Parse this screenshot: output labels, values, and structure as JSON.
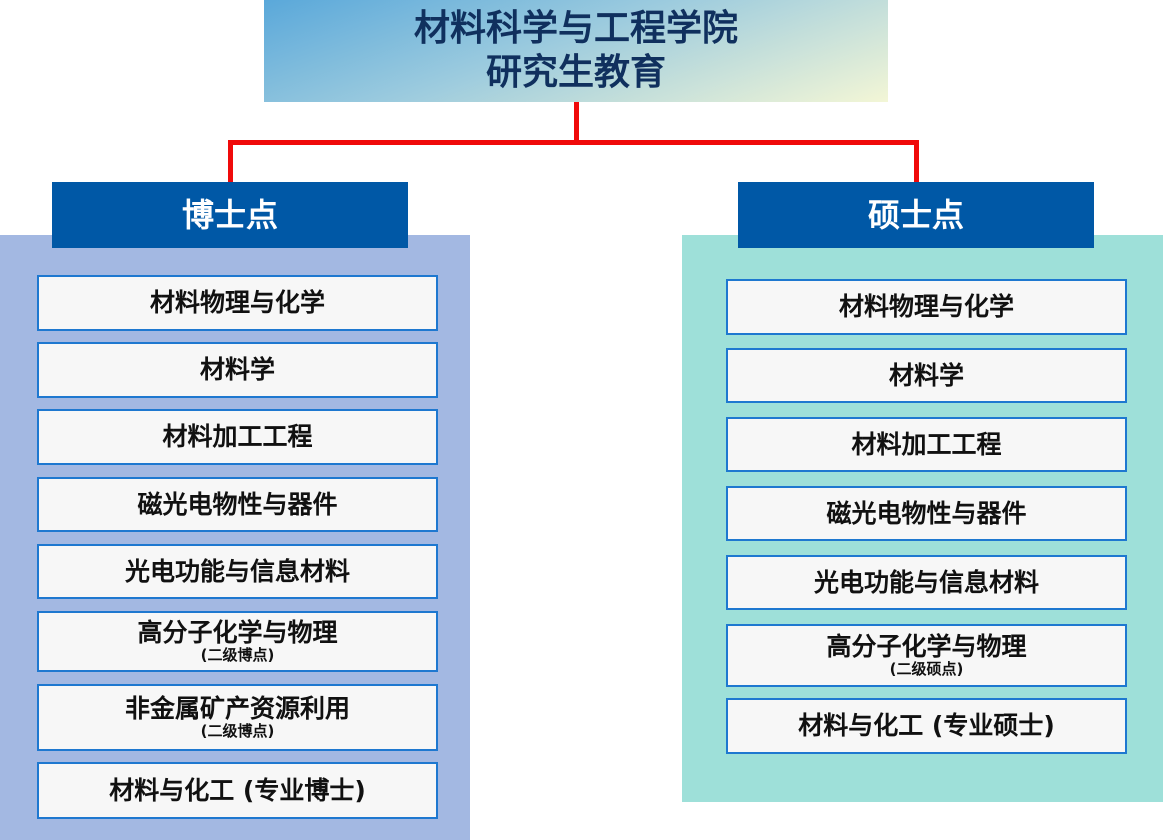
{
  "title": {
    "line1": "材料科学与工程学院",
    "line2": "研究生教育"
  },
  "doctoral": {
    "header": "博士点",
    "items": [
      {
        "label": "材料物理与化学"
      },
      {
        "label": "材料学"
      },
      {
        "label": "材料加工工程"
      },
      {
        "label": "磁光电物性与器件"
      },
      {
        "label": "光电功能与信息材料"
      },
      {
        "label": "高分子化学与物理",
        "sub": "(二级博点)"
      },
      {
        "label": "非金属矿产资源利用",
        "sub": "(二级博点)"
      },
      {
        "label": "材料与化工 (专业博士)"
      }
    ]
  },
  "masters": {
    "header": "硕士点",
    "items": [
      {
        "label": "材料物理与化学"
      },
      {
        "label": "材料学"
      },
      {
        "label": "材料加工工程"
      },
      {
        "label": "磁光电物性与器件"
      },
      {
        "label": "光电功能与信息材料"
      },
      {
        "label": "高分子化学与物理",
        "sub": "(二级硕点)"
      },
      {
        "label": "材料与化工 (专业硕士)"
      }
    ]
  },
  "colors": {
    "header": "#0058a6",
    "connector": "#f00a0a",
    "doctoral_panel": "#a3b8e2",
    "masters_panel": "#9ee0d9",
    "item_border": "#1e78d0"
  }
}
